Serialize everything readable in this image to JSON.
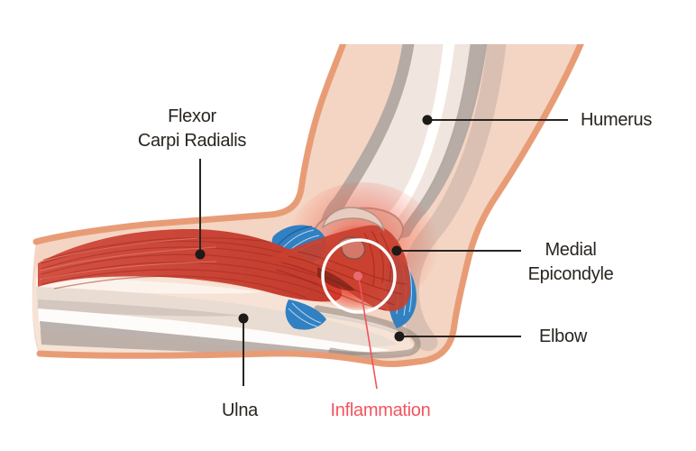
{
  "diagram": {
    "kind": "anatomical-illustration",
    "labels": {
      "flexor": {
        "line1": "Flexor",
        "line2": "Carpi Radialis"
      },
      "humerus": "Humerus",
      "medial": {
        "line1": "Medial",
        "line2": "Epicondyle"
      },
      "elbow": "Elbow",
      "ulna": "Ulna",
      "inflammation": "Inflammation"
    },
    "colors": {
      "label_text": "#29241f",
      "leader_line": "#2a2522",
      "leader_dot": "#1d1a17",
      "inflammation_text": "#f2545e",
      "inflammation_line": "#f0545c",
      "inflammation_dot": "#ea6a72",
      "highlight_circle": "#ffffff",
      "skin_fill": "#f4d5c3",
      "skin_outline": "#e89c76",
      "muscle_red": "#c8402f",
      "ligament_blue": "#3180c2",
      "bone_gray": "#b5aaa4",
      "bone_light": "#f3e8e3",
      "inflammation_glow": "#ee4434"
    }
  }
}
